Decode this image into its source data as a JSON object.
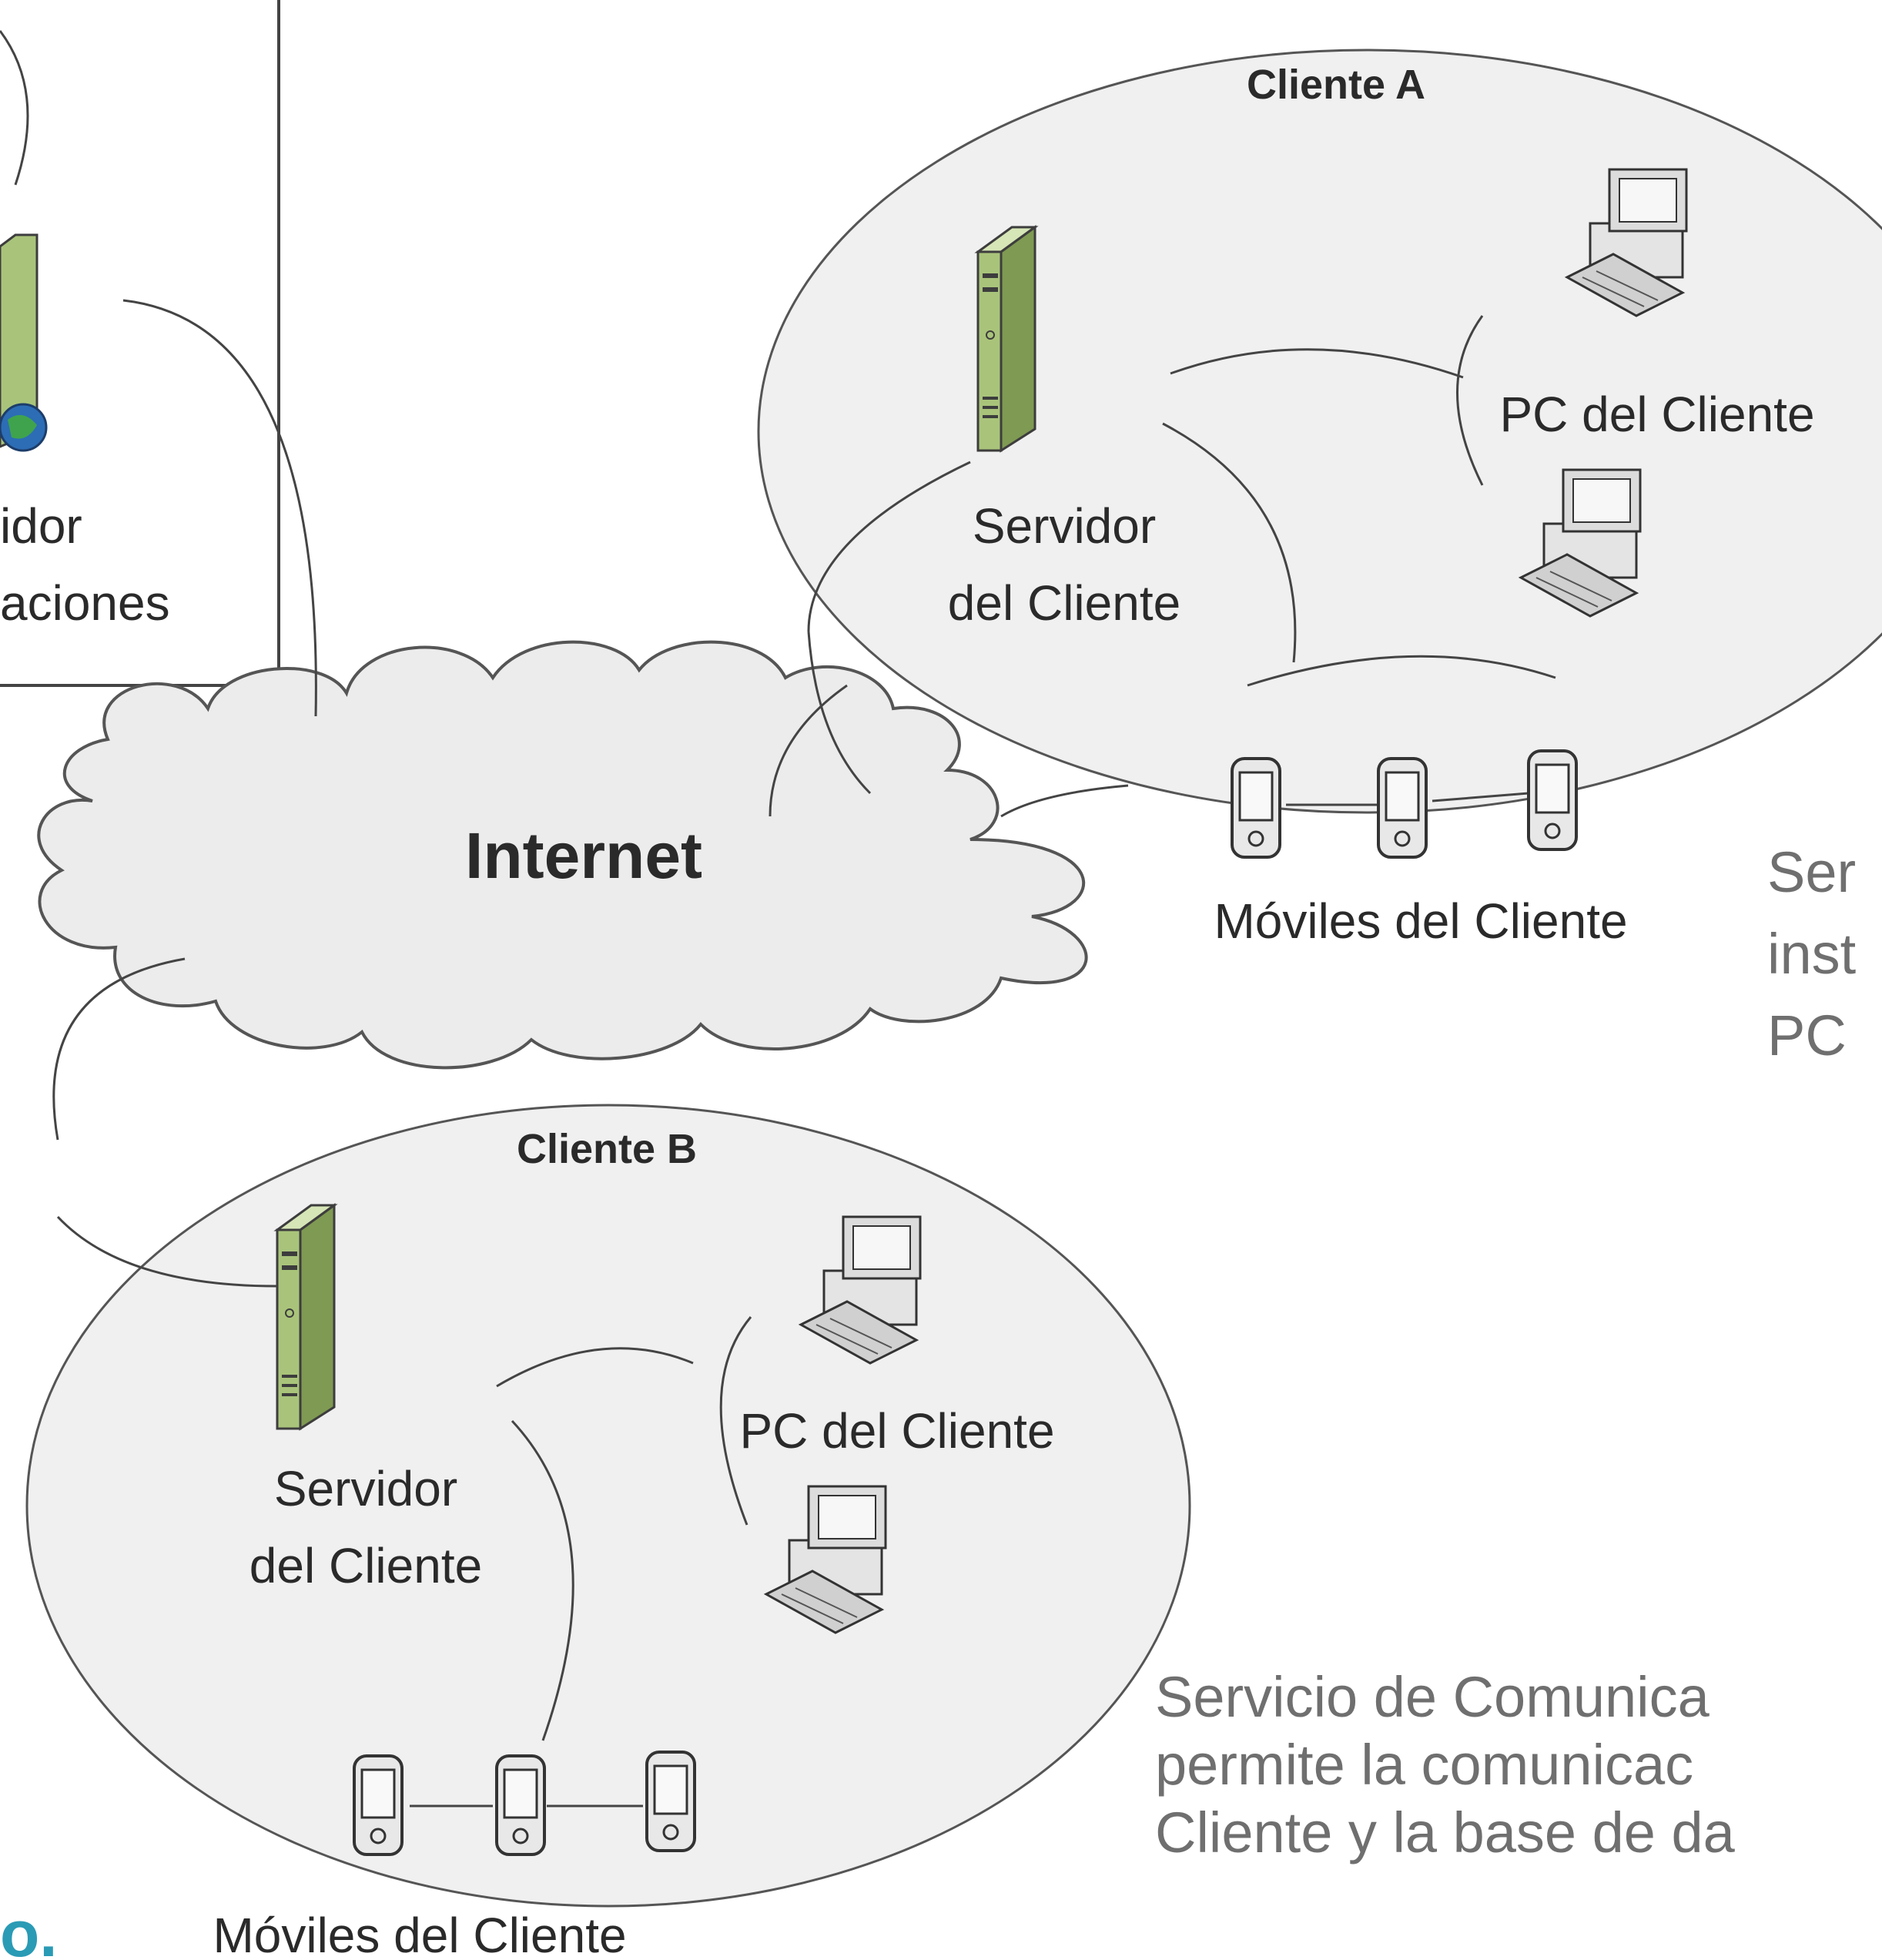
{
  "colors": {
    "server_green": "#a9c47a",
    "cluster_fill": "#f0f0f0",
    "cloud_fill": "#ececec",
    "slide_text": "#6f6f6f",
    "accent_blue": "#2a9bb5"
  },
  "left_box": {
    "label_line1": "idor",
    "label_line2": "aciones"
  },
  "internet": {
    "label": "Internet"
  },
  "cliente_a": {
    "title": "Cliente A",
    "server_line1": "Servidor",
    "server_line2": "del Cliente",
    "pc_label": "PC del Cliente",
    "mobile_label": "Móviles del Cliente"
  },
  "cliente_b": {
    "title": "Cliente B",
    "server_line1": "Servidor",
    "server_line2": "del Cliente",
    "pc_label": "PC del Cliente",
    "mobile_label": "Móviles del Cliente"
  },
  "side_text_1": {
    "line1": "Ser",
    "line2": "inst",
    "line3": "PC"
  },
  "side_text_2": {
    "line1": "Servicio  de  Comunica",
    "line2": "permite  la  comunicac",
    "line3": "Cliente y la base de da"
  },
  "corner_mark": "o."
}
